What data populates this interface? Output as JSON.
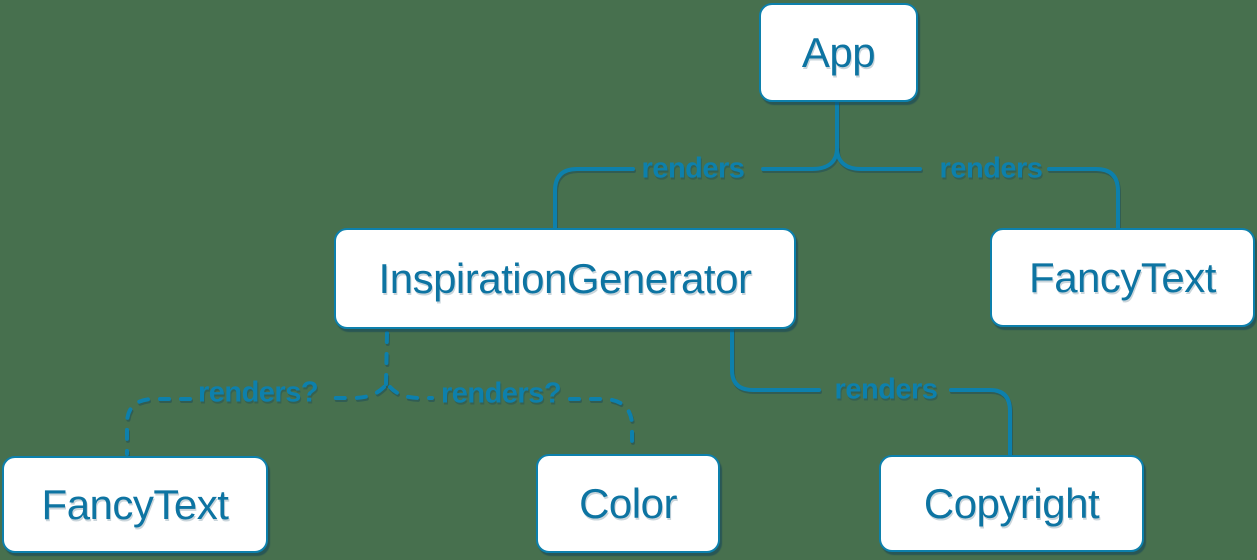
{
  "palette": {
    "background": "#47704e",
    "stroke_blue": "#0d80ac",
    "node_fill": "#ffffff",
    "node_text_blue": "#0d74a2",
    "shadow": "rgba(12,62,92,0.5)"
  },
  "diagram": {
    "type": "render-tree",
    "nodes": [
      {
        "id": "app",
        "label": "App"
      },
      {
        "id": "inspiration-generator",
        "label": "InspirationGenerator"
      },
      {
        "id": "fancy-text-top",
        "label": "FancyText"
      },
      {
        "id": "fancy-text-bottom",
        "label": "FancyText"
      },
      {
        "id": "color",
        "label": "Color"
      },
      {
        "id": "copyright",
        "label": "Copyright"
      }
    ],
    "edges": [
      {
        "from": "App",
        "to": "InspirationGenerator",
        "label": "renders",
        "style": "solid"
      },
      {
        "from": "App",
        "to": "FancyText",
        "label": "renders",
        "style": "solid"
      },
      {
        "from": "InspirationGenerator",
        "to": "FancyText",
        "label": "renders?",
        "style": "dashed"
      },
      {
        "from": "InspirationGenerator",
        "to": "Color",
        "label": "renders?",
        "style": "dashed"
      },
      {
        "from": "InspirationGenerator",
        "to": "Copyright",
        "label": "renders",
        "style": "solid"
      }
    ]
  }
}
